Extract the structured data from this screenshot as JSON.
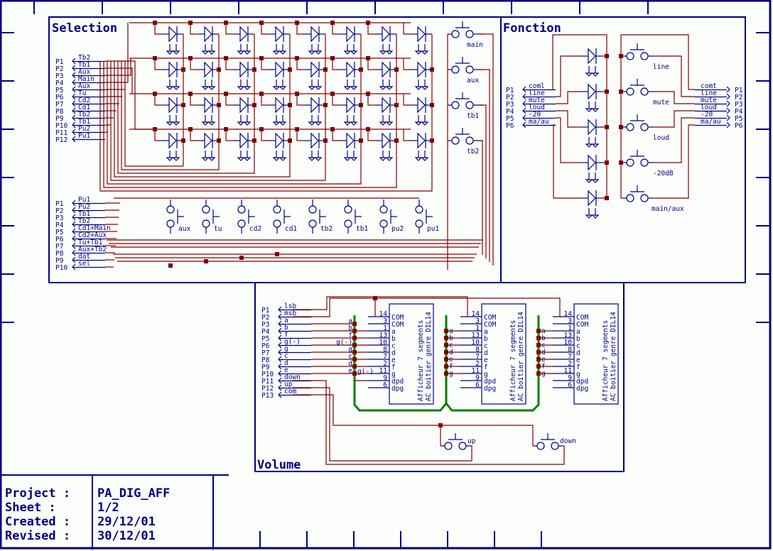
{
  "sections": {
    "selection": {
      "title": "Selection",
      "connector_left": [
        {
          "pin": "P1",
          "net": "Tb2"
        },
        {
          "pin": "P2",
          "net": "Tb1"
        },
        {
          "pin": "P3",
          "net": "Aux"
        },
        {
          "pin": "P4",
          "net": "Main"
        },
        {
          "pin": "P5",
          "net": "Aux"
        },
        {
          "pin": "P6",
          "net": "Tu"
        },
        {
          "pin": "P7",
          "net": "Cd2"
        },
        {
          "pin": "P8",
          "net": "Cd1"
        },
        {
          "pin": "P9",
          "net": "Tb2"
        },
        {
          "pin": "P10",
          "net": "Tb1"
        },
        {
          "pin": "P11",
          "net": "Pu2"
        },
        {
          "pin": "P12",
          "net": "Pu1"
        }
      ],
      "diode_matrix": {
        "rows": 4,
        "cols": 8
      },
      "right_switches": [
        "main",
        "aux",
        "tb1",
        "tb2"
      ],
      "connector_bottom": [
        {
          "pin": "P1",
          "net": "Pu1"
        },
        {
          "pin": "P2",
          "net": "Pu2"
        },
        {
          "pin": "P3",
          "net": "Tb1"
        },
        {
          "pin": "P4",
          "net": "Tb2"
        },
        {
          "pin": "P5",
          "net": "Cd1+Main"
        },
        {
          "pin": "P6",
          "net": "Cd2+Aux"
        },
        {
          "pin": "P7",
          "net": "Tu+Tb1"
        },
        {
          "pin": "P8",
          "net": "Aux+Tb2"
        },
        {
          "pin": "P9",
          "net": "dat"
        },
        {
          "pin": "P10",
          "net": "sel"
        }
      ],
      "bottom_switches": [
        "aux",
        "tu",
        "cd2",
        "cd1",
        "tb2",
        "tb1",
        "pu2",
        "pu1"
      ]
    },
    "fonction": {
      "title": "Fonction",
      "connector_left": [
        {
          "pin": "P1",
          "net": "coml"
        },
        {
          "pin": "P2",
          "net": "line"
        },
        {
          "pin": "P3",
          "net": "mute"
        },
        {
          "pin": "P4",
          "net": "loud"
        },
        {
          "pin": "P5",
          "net": "-20"
        },
        {
          "pin": "P6",
          "net": "ma/au"
        }
      ],
      "connector_right": [
        {
          "pin": "P1",
          "net": "comt"
        },
        {
          "pin": "P2",
          "net": "line"
        },
        {
          "pin": "P3",
          "net": "mute"
        },
        {
          "pin": "P4",
          "net": "loud"
        },
        {
          "pin": "P5",
          "net": "-20"
        },
        {
          "pin": "P6",
          "net": "ma/au"
        }
      ],
      "switches": [
        "line",
        "mute",
        "loud",
        "-20dB",
        "main/aux"
      ]
    },
    "volume": {
      "title": "Volume",
      "connector_left": [
        {
          "pin": "P1",
          "net": "lsb"
        },
        {
          "pin": "P2",
          "net": "msb"
        },
        {
          "pin": "P3",
          "net": "a"
        },
        {
          "pin": "P4",
          "net": "b"
        },
        {
          "pin": "P5",
          "net": "f"
        },
        {
          "pin": "P6",
          "net": "g(-)"
        },
        {
          "pin": "P7",
          "net": "g"
        },
        {
          "pin": "P8",
          "net": "c"
        },
        {
          "pin": "P9",
          "net": "d"
        },
        {
          "pin": "P10",
          "net": "e"
        },
        {
          "pin": "P11",
          "net": "down"
        },
        {
          "pin": "P12",
          "net": "up"
        },
        {
          "pin": "P13",
          "net": "com"
        }
      ],
      "bus_labels_1": [
        "a",
        "b",
        "f",
        "g(-)",
        "g",
        "c",
        "d",
        "e"
      ],
      "bus_extra_label": "g(-)",
      "bus_labels_2": [
        "a",
        "b",
        "c",
        "d",
        "e",
        "f",
        "g"
      ],
      "display_pins": [
        {
          "num": "14",
          "name": "COM"
        },
        {
          "num": "3",
          "name": "COM"
        },
        {
          "num": "1",
          "name": "a"
        },
        {
          "num": "13",
          "name": "b"
        },
        {
          "num": "10",
          "name": "c"
        },
        {
          "num": "8",
          "name": "d"
        },
        {
          "num": "7",
          "name": "e"
        },
        {
          "num": "2",
          "name": "f"
        },
        {
          "num": "11",
          "name": "g"
        },
        {
          "num": "9",
          "name": "dpd"
        },
        {
          "num": "6",
          "name": "dpg"
        }
      ],
      "display_caption_1": "Afficheur 7 segments",
      "display_caption_2": "AC boitier genre DIL14",
      "display_count": 3,
      "switches": [
        "up",
        "down"
      ]
    }
  },
  "title_block": {
    "project_label": "Project :",
    "project_value": "PA_DIG_AFF",
    "sheet_label": "Sheet :",
    "sheet_value": "1/2",
    "created_label": "Created :",
    "created_value": "29/12/01",
    "revised_label": "Revised :",
    "revised_value": "30/12/01"
  },
  "colors": {
    "frame": "#000080",
    "wire": "#800000",
    "bus": "#008000",
    "background": "#fcfefc"
  }
}
